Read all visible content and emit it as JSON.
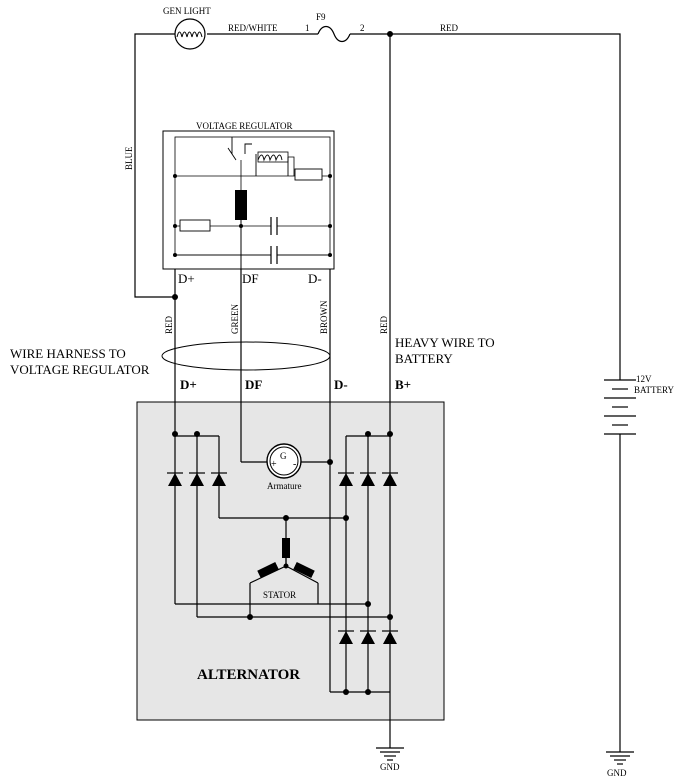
{
  "labels": {
    "gen_light": "GEN LIGHT",
    "red_white": "RED/WHITE",
    "fuse": "F9",
    "fuse_pin1": "1",
    "fuse_pin2": "2",
    "red_top": "RED",
    "blue": "BLUE",
    "regulator_title": "VOLTAGE REGULATOR",
    "reg_dplus": "D+",
    "reg_df": "DF",
    "reg_dminus": "D-",
    "wire_red": "RED",
    "wire_green": "GREEN",
    "wire_brown": "BROWN",
    "wire_red2": "RED",
    "harness_line1": "WIRE HARNESS TO",
    "harness_line2": "VOLTAGE REGULATOR",
    "heavy_line1": "HEAVY WIRE TO",
    "heavy_line2": "BATTERY",
    "alt_dplus": "D+",
    "alt_df": "DF",
    "alt_dminus": "D-",
    "alt_bplus": "B+",
    "armature_g": "G",
    "armature_plus": "+",
    "armature_minus": "-",
    "armature": "Armature",
    "stator": "STATOR",
    "alternator": "ALTERNATOR",
    "battery_v": "12V",
    "battery": "BATTERY",
    "gnd_left": "GND",
    "gnd_right": "GND"
  },
  "colors": {
    "line": "#000000",
    "alternator_fill": "#e6e6e6",
    "background": "#ffffff"
  }
}
